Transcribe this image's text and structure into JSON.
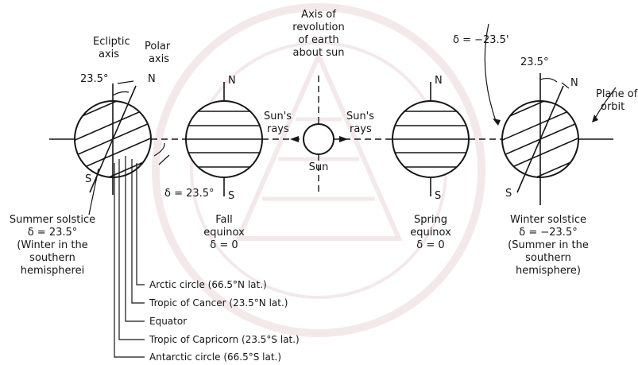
{
  "labels": {
    "ecliptic_axis": [
      "Ecliptic",
      "axis"
    ],
    "polar_axis": [
      "Polar",
      "axis"
    ],
    "tilt_left": "23.5°",
    "north": "N",
    "south": "S",
    "delta_left": "δ = 23.5°",
    "axis_revolution": [
      "Axis of",
      "revolution",
      "of earth",
      "about sun"
    ],
    "suns_rays": [
      "Sun's",
      "rays"
    ],
    "sun": "Sun",
    "delta_right": "δ = −23.5'",
    "tilt_right": "23.5°",
    "plane_of_orbit": [
      "Plane of",
      "orbit"
    ]
  },
  "positions": {
    "summer": [
      "Summer solstice",
      "δ = 23.5°",
      "(Winter in the",
      "southern",
      "hemispherei"
    ],
    "fall": [
      "Fall",
      "equinox",
      "δ = 0"
    ],
    "spring": [
      "Spring",
      "equinox",
      "δ = 0"
    ],
    "winter": [
      "Winter solstice",
      "δ = −23.5°",
      "(Summer in the",
      "southern",
      "hemisphere)"
    ]
  },
  "latitude_legend": [
    "Arctic circle (66.5°N lat.)",
    "Tropic of Cancer (23.5°N lat.)",
    "Equator",
    "Tropic of Capricorn (23.5°S lat.)",
    "Antarctic circle (66.5°S lat.)"
  ],
  "colors": {
    "ink": "#161616",
    "watermark": "#e8d2d6"
  }
}
